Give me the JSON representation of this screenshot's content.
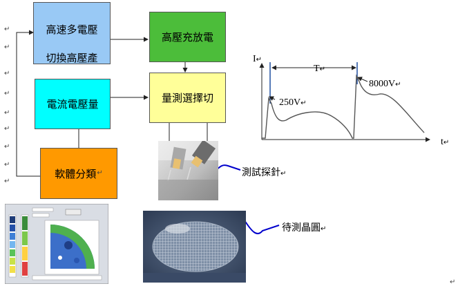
{
  "blocks": {
    "high_speed": "高速多電壓",
    "high_speed_sub": "切換高壓產",
    "hv_charge": "高壓充放電",
    "current_voltage": "電流電壓量",
    "measure_select": "量測選擇切",
    "software": "軟體分類"
  },
  "labels": {
    "probe": "測試探針",
    "wafer": "待測晶圓"
  },
  "waveform": {
    "axis_y": "I",
    "axis_x": "t",
    "period": "T",
    "v_low": "250V",
    "v_high": "8000V"
  },
  "para_mark": "↵",
  "colors": {
    "blue_block": "#99c9f5",
    "green_block": "#4cbd3a",
    "cyan_block": "#00ffff",
    "yellow_block": "#ffff99",
    "orange_block": "#ff9900",
    "label_wave": "#0000cc"
  }
}
